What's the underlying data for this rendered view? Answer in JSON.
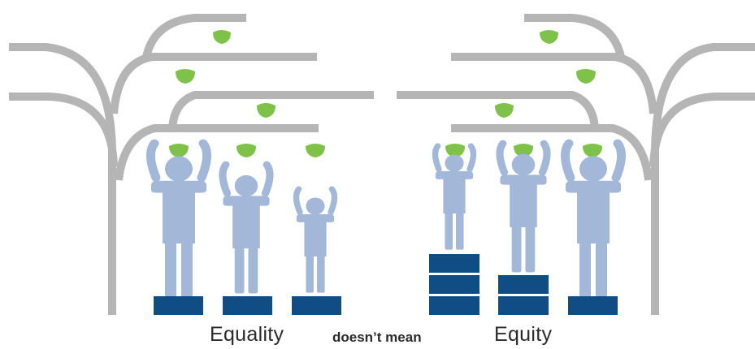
{
  "captions": {
    "left": "Equality",
    "middle": "doesn’t mean",
    "right": "Equity"
  },
  "colors": {
    "branch": "#b5b5b5",
    "fruit": "#7fc24a",
    "person": "#a3b7d8",
    "box": "#0f4d84"
  },
  "icons": [
    "tree-icon",
    "apple-icon",
    "person-icon",
    "crate-icon"
  ],
  "scenes": [
    {
      "label": "equality",
      "people": [
        {
          "size": "tall",
          "crates": 1
        },
        {
          "size": "medium",
          "crates": 1
        },
        {
          "size": "short",
          "crates": 1
        }
      ]
    },
    {
      "label": "equity",
      "people": [
        {
          "size": "short",
          "crates": 3
        },
        {
          "size": "medium",
          "crates": 2
        },
        {
          "size": "tall",
          "crates": 1
        }
      ]
    }
  ]
}
